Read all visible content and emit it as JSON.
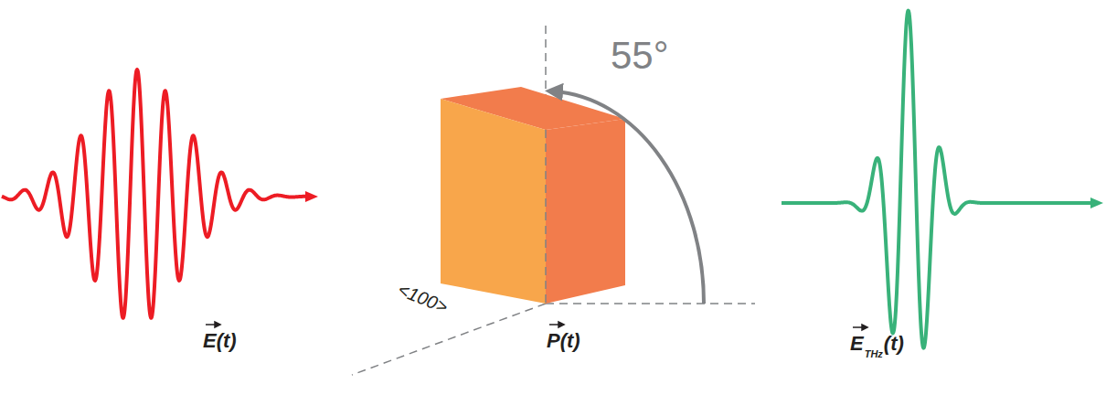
{
  "diagram": {
    "labels": [
      "E(t)",
      "<100>",
      "55°",
      "P(t)",
      "E",
      "THz",
      "(t)"
    ]
  }
}
